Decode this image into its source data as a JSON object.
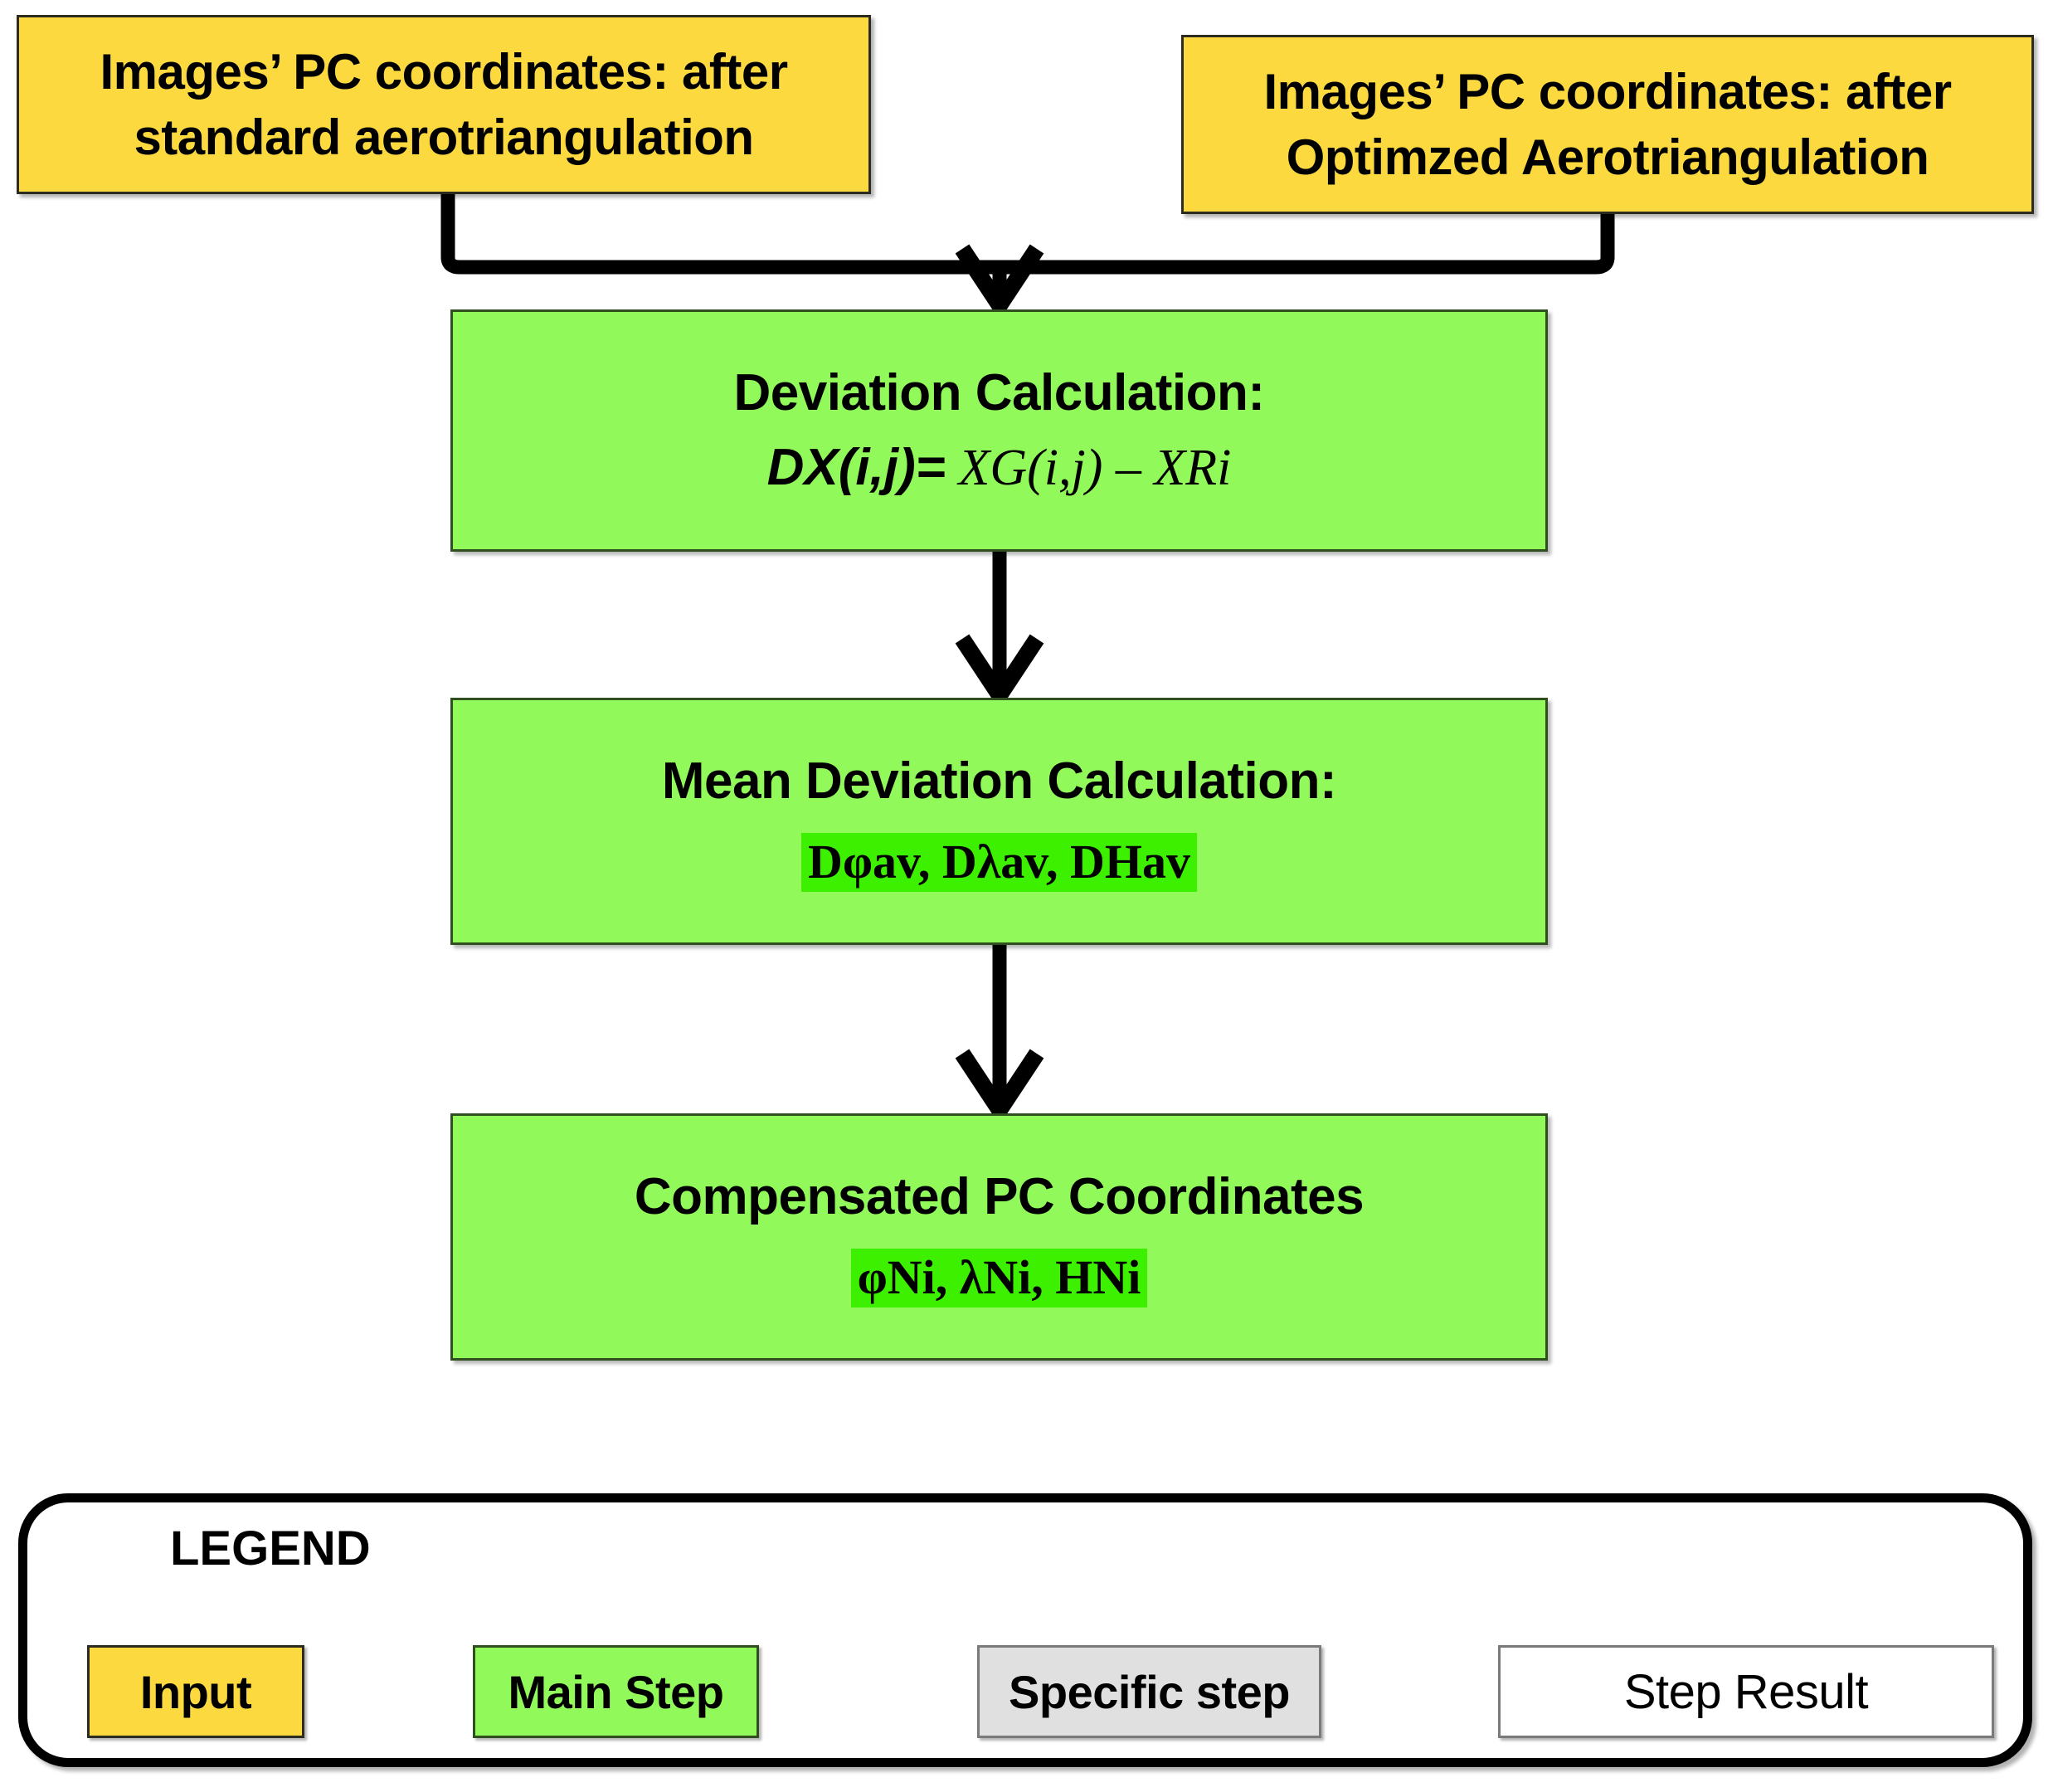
{
  "diagram": {
    "inputs": [
      {
        "id": "standard",
        "label": "Images’ PC coordinates: after standard aerotriangulation"
      },
      {
        "id": "optimized",
        "label": "Images’ PC coordinates: after Optimzed Aerotriangulation"
      }
    ],
    "steps": [
      {
        "id": "deviation-calculation",
        "title": "Deviation Calculation:",
        "formula_lhs": "DX(i,j)=",
        "formula_rhs": " XG(i,j) – XRi",
        "sub": ""
      },
      {
        "id": "mean-deviation-calculation",
        "title": "Mean Deviation Calculation:",
        "formula_lhs": "",
        "formula_rhs": "",
        "sub": "Dφav, Dλav, DHav"
      },
      {
        "id": "compensated-pc-coordinates",
        "title": "Compensated PC Coordinates",
        "formula_lhs": "",
        "formula_rhs": "",
        "sub": "φNi, λNi, HNi"
      }
    ]
  },
  "legend": {
    "title": "LEGEND",
    "chips": [
      {
        "id": "input",
        "label": "Input",
        "color": "#FCD93F"
      },
      {
        "id": "main-step",
        "label": "Main Step",
        "color": "#92F95B"
      },
      {
        "id": "specific-step",
        "label": "Specific step",
        "color": "#E0E0E0"
      },
      {
        "id": "step-result",
        "label": "Step Result",
        "color": "#FFFFFF"
      }
    ]
  },
  "colors": {
    "input_fill": "#FCD93F",
    "step_fill": "#92F95B",
    "highlight": "#3DF000",
    "specific_fill": "#E0E0E0",
    "result_fill": "#FFFFFF",
    "connector": "#000000"
  }
}
